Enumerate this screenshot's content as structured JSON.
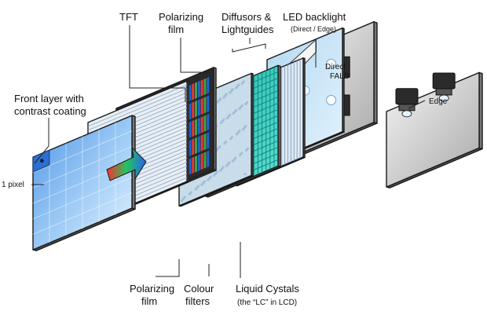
{
  "labels": {
    "front_layer": [
      "Front layer with",
      "contrast coating"
    ],
    "pixel": "1 pixel",
    "tft": "TFT",
    "polarizing_top": [
      "Polarizing",
      "film"
    ],
    "diffusors": [
      "Diffusors &",
      "Lightguides"
    ],
    "led_backlight": "LED backlight",
    "led_sub": "(Direct / Edge)",
    "direct_fald": [
      "Direct",
      "FALD"
    ],
    "edge": "Edge",
    "polarizing_bottom": [
      "Polarizing",
      "film"
    ],
    "colour_filters": [
      "Colour",
      "filters"
    ],
    "liquid_crystals": "Liquid Cystals",
    "lc_note": "(the “LC” in LCD)"
  },
  "colors": {
    "front_layer": "#7fb6ee",
    "polarizer": "#e8eef5",
    "colour_filter_frame": "#2a2a2a",
    "tft_glass": "#c9dcea",
    "liquid_crystal": "#29c2b6",
    "diffusor": "#dfe9f3",
    "lightguide": "#a9d3ee",
    "backlight_metal": "#c8c8c8",
    "led_module": "#2b2b2b"
  },
  "filter_colors": [
    "#e53935",
    "#43a047",
    "#1e63d6"
  ]
}
